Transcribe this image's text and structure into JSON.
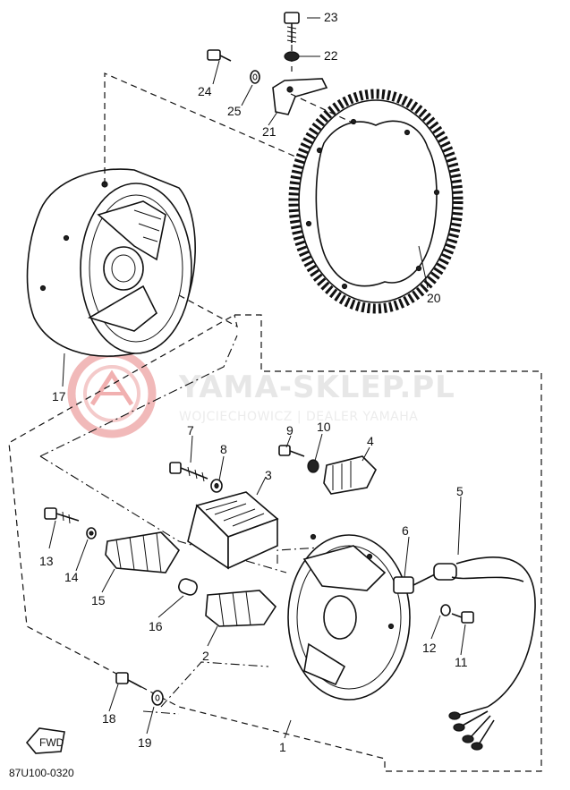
{
  "watermark": {
    "brand": "YAMA-SKLEP.PL",
    "tagline": "WOJCIECHOWICZ | DEALER YAMAHA"
  },
  "drawing_code": "87U100-0320",
  "fwd_label": "FWD",
  "callouts": [
    "1",
    "2",
    "3",
    "4",
    "5",
    "6",
    "7",
    "8",
    "9",
    "10",
    "11",
    "12",
    "13",
    "14",
    "15",
    "16",
    "17",
    "18",
    "19",
    "20",
    "21",
    "22",
    "23",
    "24",
    "25"
  ],
  "colors": {
    "ink": "#111111",
    "watermark_red": "#e46b6b",
    "watermark_grey": "#e7e7e7"
  }
}
